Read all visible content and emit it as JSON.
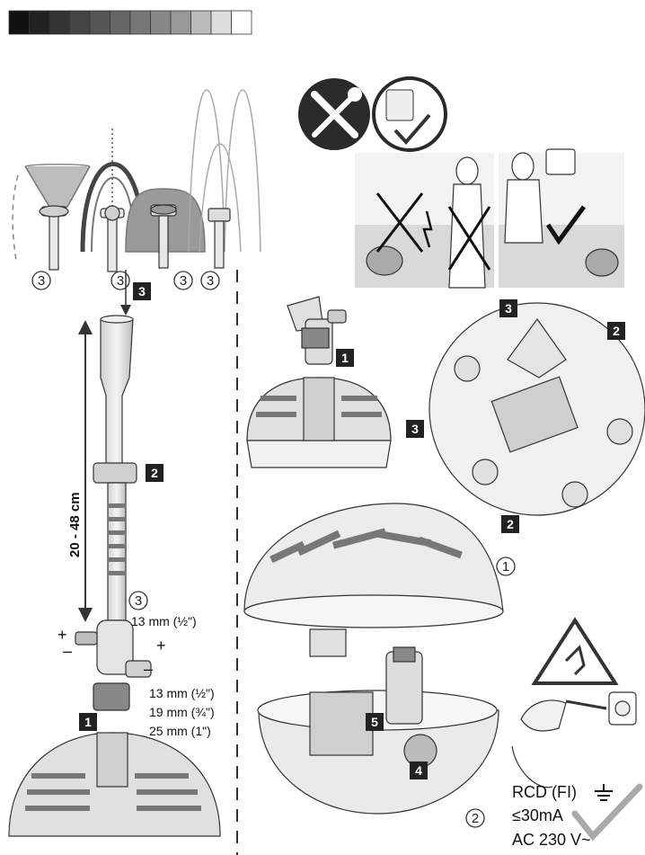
{
  "calibration": {
    "swatches": [
      "#111111",
      "#222222",
      "#333333",
      "#444444",
      "#555555",
      "#666666",
      "#777777",
      "#888888",
      "#999999",
      "#bbbbbb",
      "#dddddd",
      "#ffffff"
    ]
  },
  "step_badges": {
    "one": "1",
    "two": "2",
    "three": "3",
    "four": "4",
    "five": "5"
  },
  "circled_numbers": {
    "one": "1",
    "two": "2",
    "three": "3"
  },
  "labels": {
    "height_range": "20 - 48 cm",
    "outlet_size": "13 mm (½\")",
    "hose_13": "13 mm (½\")",
    "hose_19": "19 mm (¾\")",
    "hose_25": "25 mm (1\")",
    "plus": "+",
    "minus": "–"
  },
  "electrical": {
    "rcd": "RCD (FI)",
    "current": "≤30mA",
    "voltage": "AC 230 V~"
  },
  "colors": {
    "line": "#333333",
    "badge": "#222222",
    "shell": "#e6e6e6",
    "shade": "#9a9a9a"
  }
}
